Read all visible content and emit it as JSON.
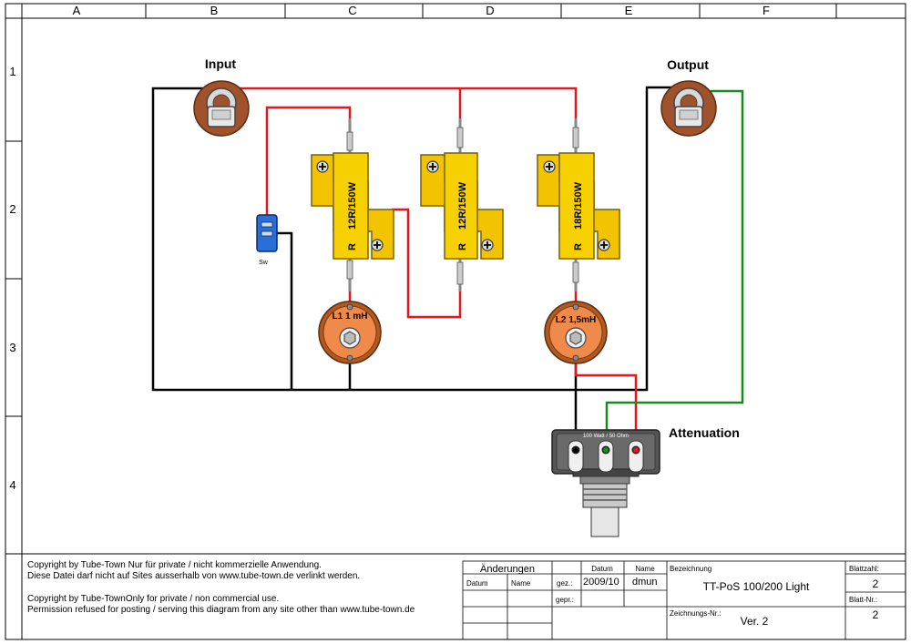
{
  "grid": {
    "columns": [
      "A",
      "B",
      "C",
      "D",
      "E",
      "F"
    ],
    "rows": [
      "1",
      "2",
      "3",
      "4"
    ]
  },
  "labels": {
    "input": "Input",
    "output": "Output",
    "attenuation": "Attenuation",
    "switch": "Sw",
    "pot_text": "100 Watt / 50 Ohm"
  },
  "resistors": [
    {
      "value": "12R/150W",
      "brand": "R"
    },
    {
      "value": "12R/150W",
      "brand": "R"
    },
    {
      "value": "18R/150W",
      "brand": "R"
    }
  ],
  "inductors": [
    {
      "value": "L1 1 mH"
    },
    {
      "value": "L2 1,5mH"
    }
  ],
  "colors": {
    "red_wire": "#e8141e",
    "black_wire": "#000000",
    "green_wire": "#1a8a1a",
    "resistor_gold": "#f2c400",
    "jack_brown": "#a0522d",
    "inductor_orange": "#f08a4b",
    "switch_blue": "#2a6fd6"
  },
  "copyright": {
    "de_line1": "Copyright by Tube-Town Nur für private / nicht kommerzielle Anwendung.",
    "de_line2": "Diese Datei darf nicht auf Sites ausserhalb von  www.tube-town.de verlinkt werden.",
    "en_line1": "Copyright by Tube-TownOnly for private / non commercial use.",
    "en_line2": "Permission refused for posting / serving this diagram from any site other than www.tube-town.de"
  },
  "title_block": {
    "aenderungen": "Änderungen",
    "datum": "Datum",
    "name": "Name",
    "datum_col": "Datum",
    "name_col": "Name",
    "gez_label": "gez.:",
    "gez_date": "2009/10",
    "gez_name": "dmun",
    "gepr_label": "gepr.:",
    "bezeichnung_label": "Bezeichnung",
    "bezeichnung": "TT-PoS 100/200 Light",
    "zeichnungs_label": "Zeichnungs-Nr.:",
    "version": "Ver. 2",
    "blattzahl_label": "Blattzahl:",
    "blattzahl": "2",
    "blatt_nr_label": "Blatt-Nr.:",
    "blatt_nr": "2"
  }
}
